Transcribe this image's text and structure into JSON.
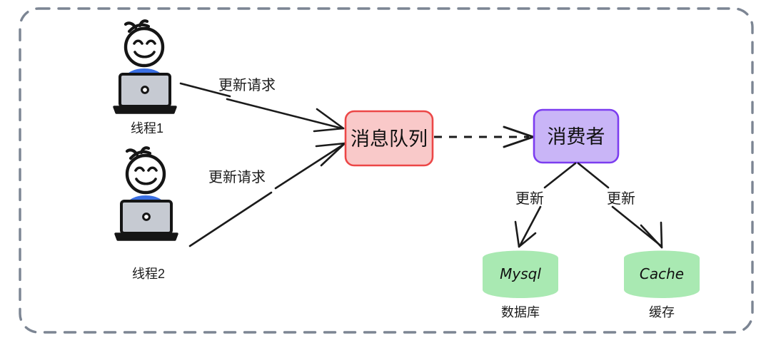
{
  "diagram": {
    "title": "message-queue-update-flow",
    "frame": {
      "style": "dashed",
      "color": "#7c8593"
    },
    "actors": [
      {
        "id": "thread1",
        "caption": "线程1",
        "icon": "person-with-laptop-icon",
        "shirt_color": "#3a6fe3",
        "laptop_color": "#c6cad2"
      },
      {
        "id": "thread2",
        "caption": "线程2",
        "icon": "person-with-laptop-icon",
        "shirt_color": "#3a6fe3",
        "laptop_color": "#c6cad2"
      }
    ],
    "nodes": [
      {
        "id": "message-queue",
        "label": "消息队列",
        "fill": "#f9c9c9",
        "stroke": "#ec4747"
      },
      {
        "id": "consumer",
        "label": "消费者",
        "fill": "#c9b5f7",
        "stroke": "#7c3df0"
      }
    ],
    "stores": [
      {
        "id": "mysql",
        "label": "Mysql",
        "caption": "数据库",
        "fill": "#a9e9b2"
      },
      {
        "id": "cache",
        "label": "Cache",
        "caption": "缓存",
        "fill": "#a9e9b2"
      }
    ],
    "edges": [
      {
        "id": "thread1-to-queue",
        "label": "更新请求",
        "style": "solid",
        "from": "thread1",
        "to": "message-queue"
      },
      {
        "id": "thread2-to-queue",
        "label": "更新请求",
        "style": "solid",
        "from": "thread2",
        "to": "message-queue"
      },
      {
        "id": "queue-to-consumer",
        "label": "",
        "style": "dashed",
        "from": "message-queue",
        "to": "consumer"
      },
      {
        "id": "consumer-to-mysql",
        "label": "更新",
        "style": "solid",
        "from": "consumer",
        "to": "mysql"
      },
      {
        "id": "consumer-to-cache",
        "label": "更新",
        "style": "solid",
        "from": "consumer",
        "to": "cache"
      }
    ]
  }
}
